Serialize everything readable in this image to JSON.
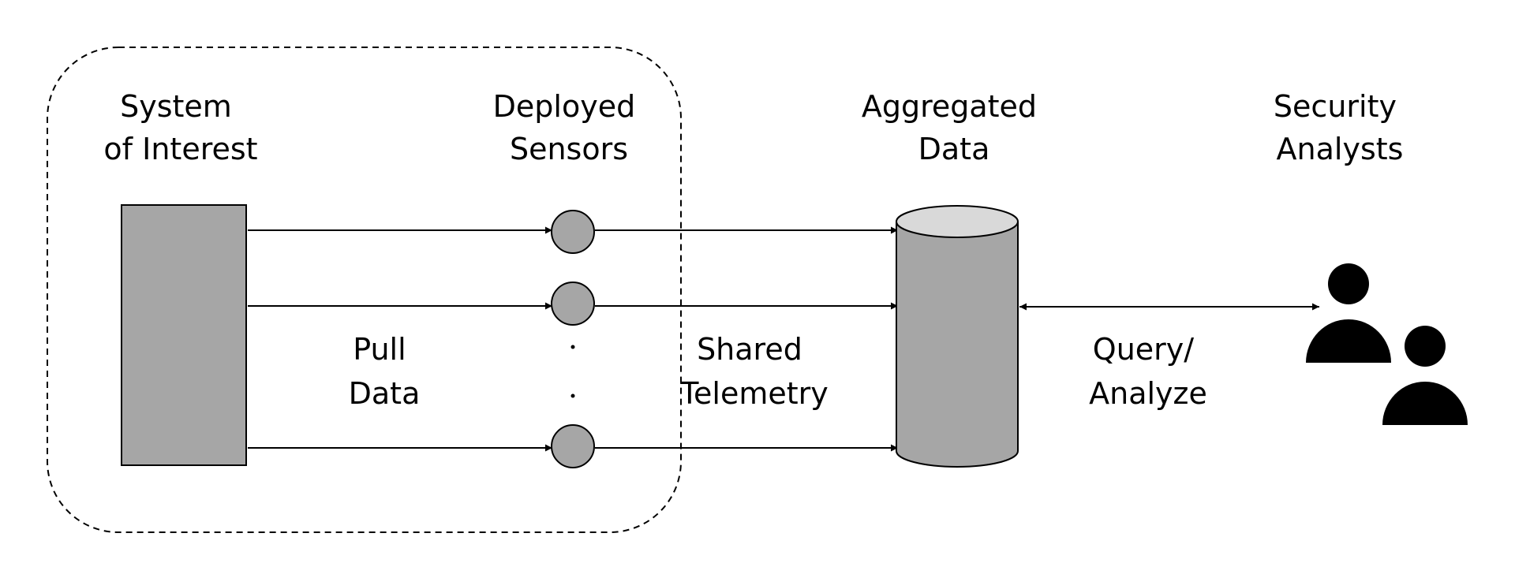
{
  "labels": {
    "system_of_interest": [
      "System",
      "of Interest"
    ],
    "deployed_sensors": [
      "Deployed",
      "Sensors"
    ],
    "aggregated_data": [
      "Aggregated",
      "Data"
    ],
    "security_analysts": [
      "Security",
      "Analysts"
    ],
    "pull_data": [
      "Pull",
      "Data"
    ],
    "shared_telemetry": [
      "Shared",
      "Telemetry"
    ],
    "query_analyze": [
      "Query/",
      "Analyze"
    ]
  },
  "colors": {
    "box_fill": "#a6a6a6",
    "cylinder_top": "#d9d9d9",
    "sensor_fill": "#a6a6a6",
    "stroke": "#000000",
    "analyst_fill": "#000000"
  }
}
